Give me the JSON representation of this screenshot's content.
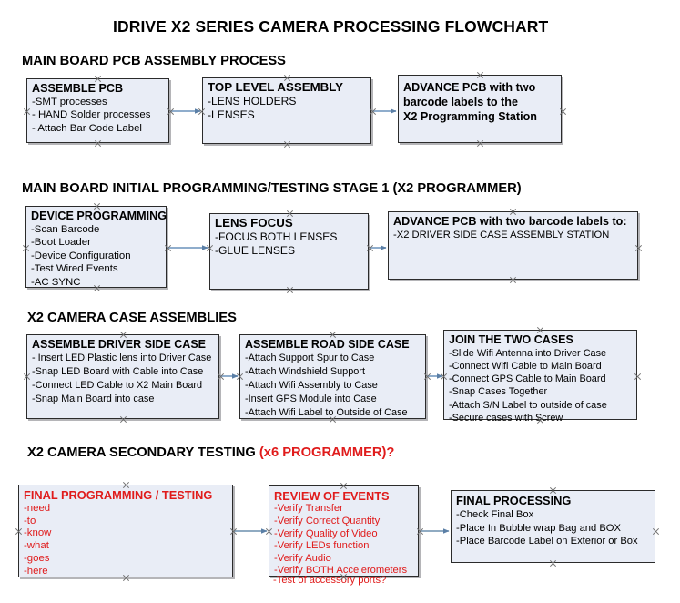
{
  "document": {
    "title": "IDRIVE X2  SERIES CAMERA PROCESSING FLOWCHART",
    "accent_box_fill": "#e9edf6",
    "accent_box_border": "#2b2b2b",
    "connector_color": "#7b9ec4",
    "red_text_color": "#e01b1b"
  },
  "sections": [
    {
      "id": "main-board-pcb-assembly",
      "heading": "MAIN BOARD PCB ASSEMBLY PROCESS",
      "heading_suffix": "",
      "boxes": [
        {
          "id": "assemble-pcb",
          "title": "ASSEMBLE PCB",
          "lines": [
            "-SMT processes",
            "- HAND Solder processes",
            "- Attach Bar Code Label"
          ]
        },
        {
          "id": "top-level-assembly",
          "title": "TOP LEVEL ASSEMBLY",
          "lines": [
            "-LENS HOLDERS",
            "-LENSES"
          ]
        },
        {
          "id": "advance-pcb-x2-programming",
          "title": "ADVANCE PCB with two",
          "title_lines": [
            "ADVANCE PCB with two",
            "barcode labels to the",
            " X2 Programming Station"
          ],
          "lines": []
        }
      ]
    },
    {
      "id": "main-board-initial-programming",
      "heading": "MAIN BOARD INITIAL PROGRAMMING/TESTING STAGE 1 (X2 PROGRAMMER)",
      "heading_suffix": "",
      "boxes": [
        {
          "id": "device-programming",
          "title": "DEVICE PROGRAMMING",
          "lines": [
            "-Scan Barcode",
            "-Boot Loader",
            "-Device Configuration",
            "-Test Wired Events",
            "-AC SYNC"
          ]
        },
        {
          "id": "lens-focus",
          "title": "LENS FOCUS",
          "lines": [
            "-FOCUS BOTH LENSES",
            "-GLUE LENSES"
          ]
        },
        {
          "id": "advance-pcb-driver-side",
          "title": "ADVANCE PCB with two barcode labels to:",
          "lines": [
            "-X2 DRIVER  SIDE  CASE  ASSEMBLY STATION"
          ]
        }
      ]
    },
    {
      "id": "x2-camera-case-assemblies",
      "heading": "X2 CAMERA CASE ASSEMBLIES",
      "heading_suffix": "",
      "boxes": [
        {
          "id": "assemble-driver-side-case",
          "title": "ASSEMBLE DRIVER SIDE CASE",
          "lines": [
            "- Insert LED Plastic lens into Driver Case",
            "-Snap LED Board with Cable into Case",
            "-Connect LED Cable to X2 Main Board",
            "-Snap Main Board into case"
          ]
        },
        {
          "id": "assemble-road-side-case",
          "title": "ASSEMBLE ROAD SIDE CASE",
          "lines": [
            "-Attach Support Spur to Case",
            "-Attach Windshield Support",
            "-Attach Wifi Assembly to Case",
            "-Insert GPS Module into Case",
            "-Attach Wifi Label to Outside of Case"
          ]
        },
        {
          "id": "join-the-two-cases",
          "title": "JOIN THE TWO CASES",
          "lines": [
            "-Slide Wifi Antenna into Driver Case",
            "-Connect Wifi Cable to Main Board",
            "-Connect GPS Cable to Main Board",
            "-Snap Cases Together",
            "-Attach S/N Label to outside of case",
            "-Secure cases with Screw"
          ]
        }
      ]
    },
    {
      "id": "x2-camera-secondary-testing",
      "heading": "X2 CAMERA SECONDARY TESTING ",
      "heading_suffix": "(x6 PROGRAMMER)?",
      "boxes": [
        {
          "id": "final-programming-testing",
          "title": "FINAL PROGRAMMING / TESTING",
          "lines": [
            "-need",
            "-to",
            "-know",
            "-what",
            "-goes",
            "-here"
          ]
        },
        {
          "id": "review-of-events",
          "title": "REVIEW OF EVENTS",
          "lines": [
            "-Verify Transfer",
            "-Verify Correct Quantity",
            "-Verify Quality of Video",
            "-Verify LEDs function",
            "-Verify Audio",
            "-Verify BOTH Accelerometers"
          ],
          "overflow_line": "-Test of accessory ports?"
        },
        {
          "id": "final-processing",
          "title": "FINAL PROCESSING",
          "lines": [
            " -Check Final Box",
            "-Place In Bubble wrap Bag and BOX",
            "-Place Barcode Label on Exterior or Box"
          ]
        }
      ]
    }
  ]
}
